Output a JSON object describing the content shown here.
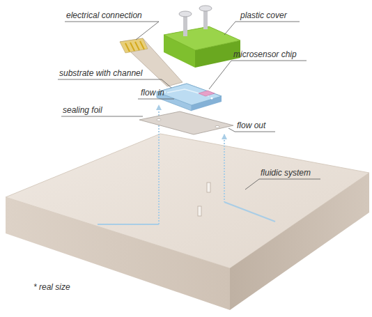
{
  "diagram": {
    "labels": [
      "electrical connection",
      "plastic cover",
      "microsensor chip",
      "substrate with channel",
      "flow in",
      "sealing foil",
      "flow out",
      "fluidic system",
      "* real size"
    ]
  }
}
